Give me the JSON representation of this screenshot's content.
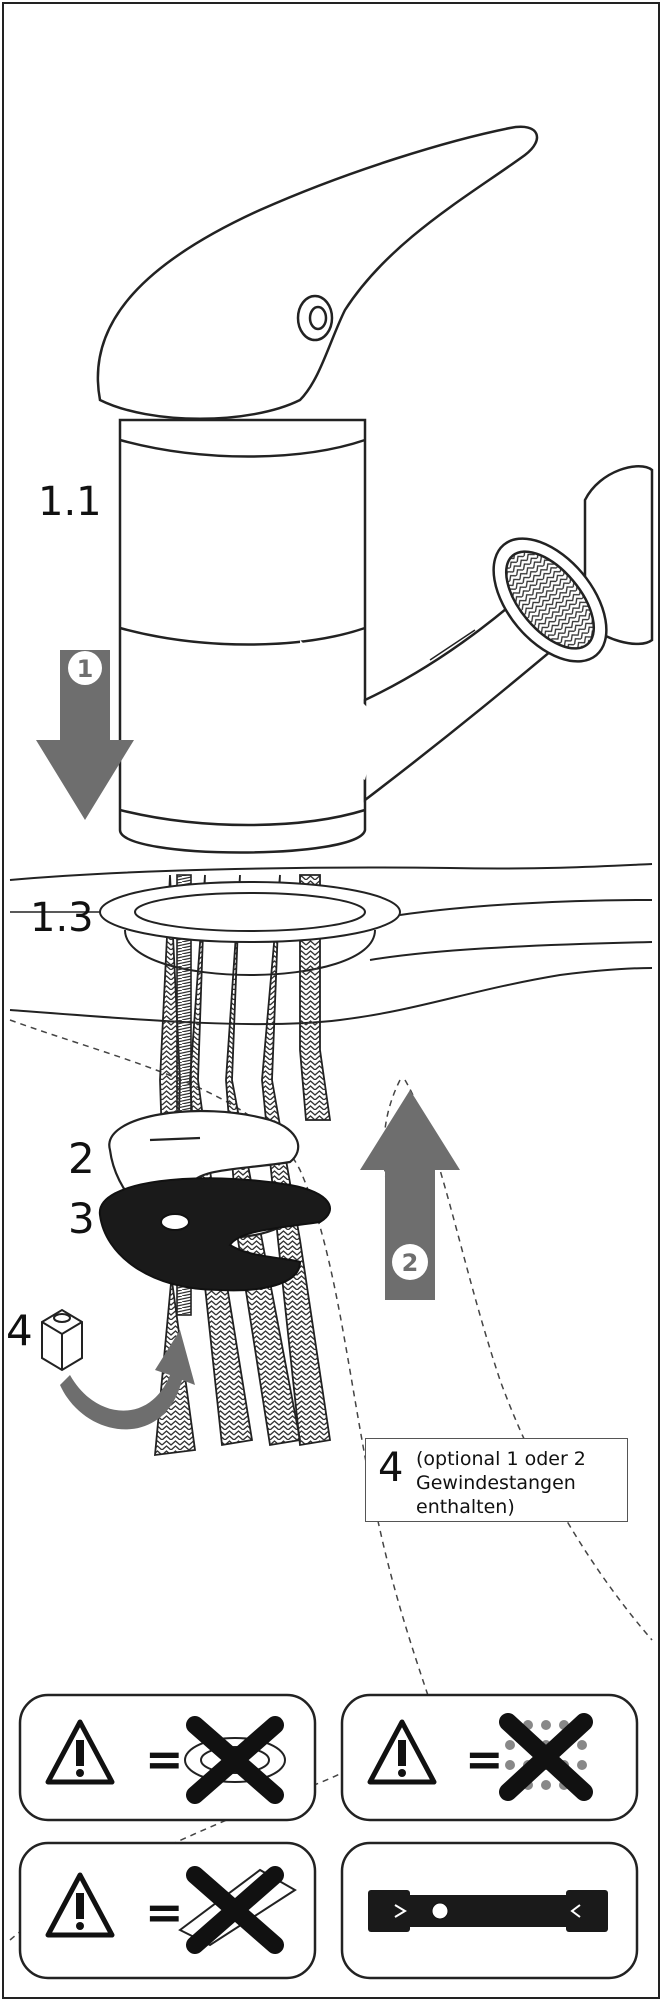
{
  "labels": {
    "faucet": "1.1",
    "washer": "1.3",
    "spacer": "2",
    "plate": "3",
    "nut": "4"
  },
  "steps": {
    "step1": "1",
    "step2": "2"
  },
  "note": {
    "number": "4",
    "lines": [
      "(optional 1 oder 2",
      "Gewindestangen",
      "enthalten)"
    ]
  },
  "warnings": [
    {
      "icon": "warning-triangle-icon",
      "equals": "=",
      "forbidden": "no-abrasive-cleaner-icon"
    },
    {
      "icon": "warning-triangle-icon",
      "equals": "=",
      "forbidden": "no-water-spray-icon"
    },
    {
      "icon": "warning-triangle-icon",
      "equals": "=",
      "forbidden": "no-sharp-tool-icon"
    }
  ],
  "tool": {
    "icon": "socket-wrench-icon"
  },
  "colors": {
    "arrow": "#6e6e6e",
    "line": "#111111",
    "plate": "#1a1a1a"
  }
}
